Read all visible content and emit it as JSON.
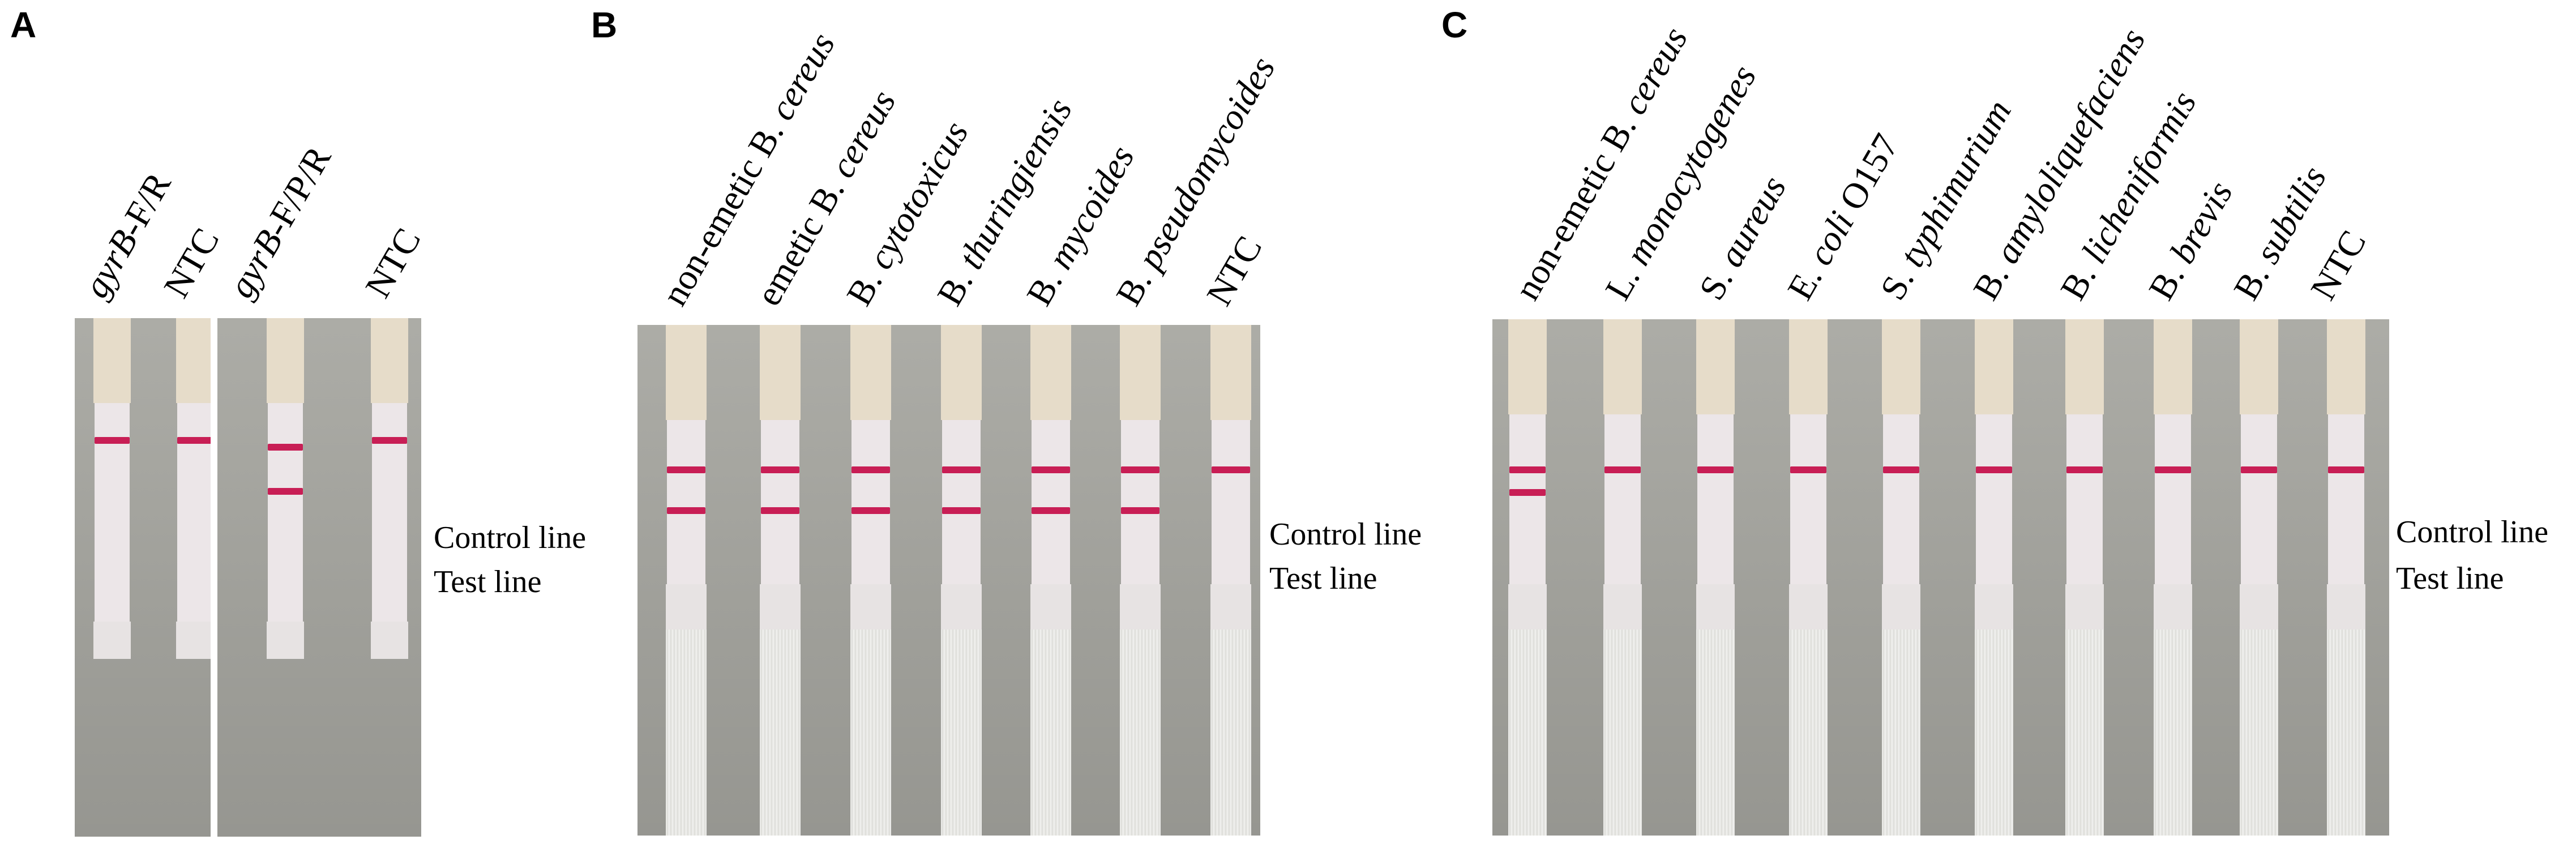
{
  "panels": {
    "A": {
      "letter": "A",
      "labels": [
        "gyrB-F/R",
        "NTC",
        "gyrB-F/P/R",
        "NTC"
      ],
      "strips": [
        {
          "control": true,
          "test": false
        },
        {
          "control": true,
          "test": false
        },
        {
          "control": true,
          "test": true
        },
        {
          "control": true,
          "test": false
        }
      ],
      "control_label": "Control line",
      "test_label": "Test line"
    },
    "B": {
      "letter": "B",
      "labels": [
        "non-emetic B. cereus",
        "emetic B. cereus",
        "B. cytotoxicus",
        "B. thuringiensis",
        "B. mycoides",
        "B. pseudomycoides",
        "NTC"
      ],
      "strips": [
        {
          "control": true,
          "test": true
        },
        {
          "control": true,
          "test": true
        },
        {
          "control": true,
          "test": true
        },
        {
          "control": true,
          "test": true
        },
        {
          "control": true,
          "test": true
        },
        {
          "control": true,
          "test": true
        },
        {
          "control": true,
          "test": false
        }
      ],
      "control_label": "Control line",
      "test_label": "Test line"
    },
    "C": {
      "letter": "C",
      "labels": [
        "non-emetic B. cereus",
        "L. monocytogenes",
        "S. aureus",
        "E. coli O157",
        "S. typhimurium",
        "B. amyloliquefaciens",
        "B. licheniformis",
        "B. brevis",
        "B. subtilis",
        "NTC"
      ],
      "strips": [
        {
          "control": true,
          "test": true
        },
        {
          "control": true,
          "test": false
        },
        {
          "control": true,
          "test": false
        },
        {
          "control": true,
          "test": false
        },
        {
          "control": true,
          "test": false
        },
        {
          "control": true,
          "test": false
        },
        {
          "control": true,
          "test": false
        },
        {
          "control": true,
          "test": false
        },
        {
          "control": true,
          "test": false
        },
        {
          "control": true,
          "test": false
        }
      ],
      "control_label": "Control line",
      "test_label": "Test line"
    }
  }
}
